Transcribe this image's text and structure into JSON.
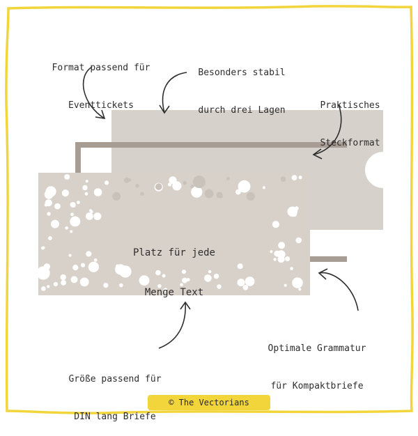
{
  "annotations": {
    "format_event": [
      "Format passend für",
      "Eventtickets"
    ],
    "three_layers": [
      "Besonders stabil",
      "durch drei Lagen"
    ],
    "steckformat": [
      "Praktisches",
      "Steckformat"
    ],
    "grammatur": [
      "Optimale Grammatur",
      "für Kompaktbriefe"
    ],
    "din_lang": [
      "Größe passend für",
      "DIN lang Briefe"
    ]
  },
  "card": {
    "text": [
      "Platz für jede",
      "Menge Text"
    ]
  },
  "copyright": "© The Vectorians",
  "colors": {
    "frame": "#f2d53b",
    "back_card": "#d6d1cb",
    "middle_card": "#a79d94",
    "front_card": "#d8d1c9",
    "hole": "#ffffff",
    "ink": "#2e2e2e"
  }
}
